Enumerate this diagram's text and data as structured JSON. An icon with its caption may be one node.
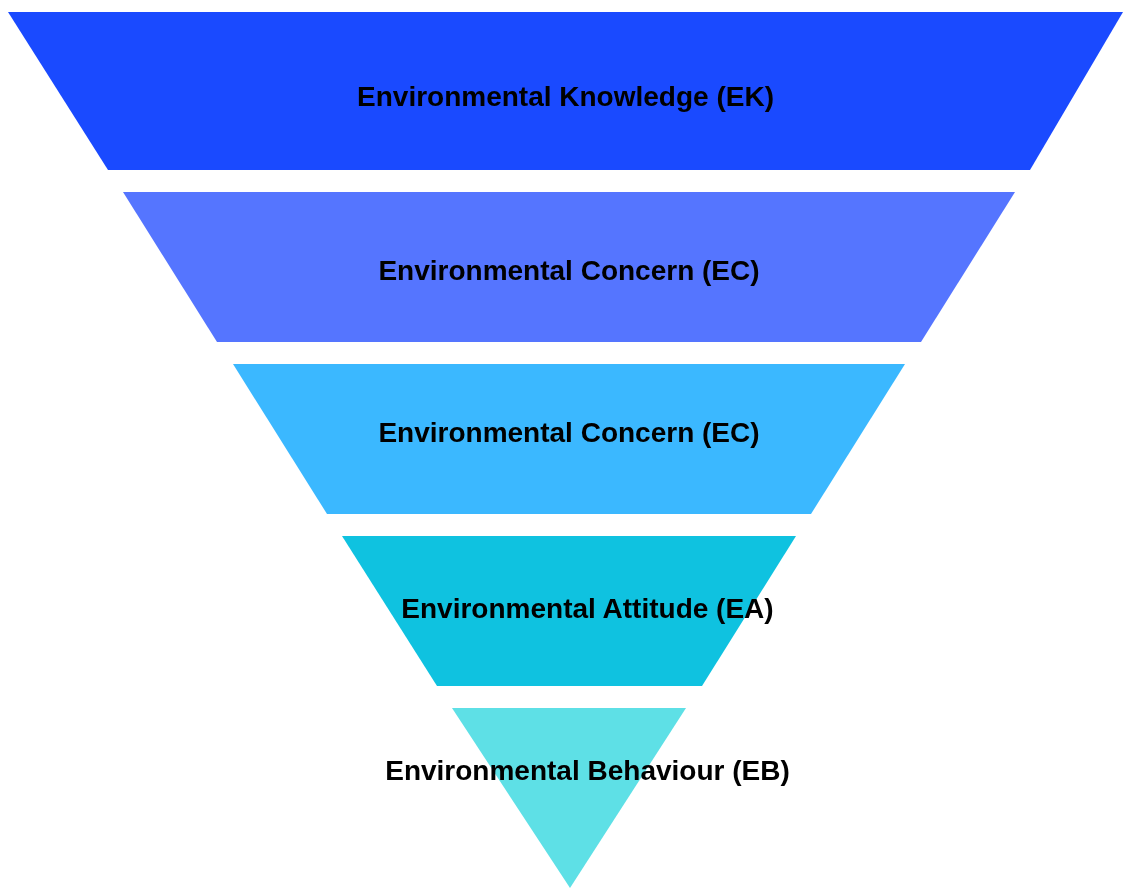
{
  "diagram": {
    "nodes": [
      {
        "text": [
          "Environmental Knowledge (EK)"
        ]
      },
      {
        "text": [
          "Environmental Concern (EC)"
        ]
      },
      {
        "text": [
          "Environmental Concern (EC)"
        ]
      },
      {
        "text": [
          "Environmental Attitude (EA)"
        ]
      },
      {
        "text": [
          "Environmental Behaviour (EB)"
        ]
      }
    ]
  }
}
